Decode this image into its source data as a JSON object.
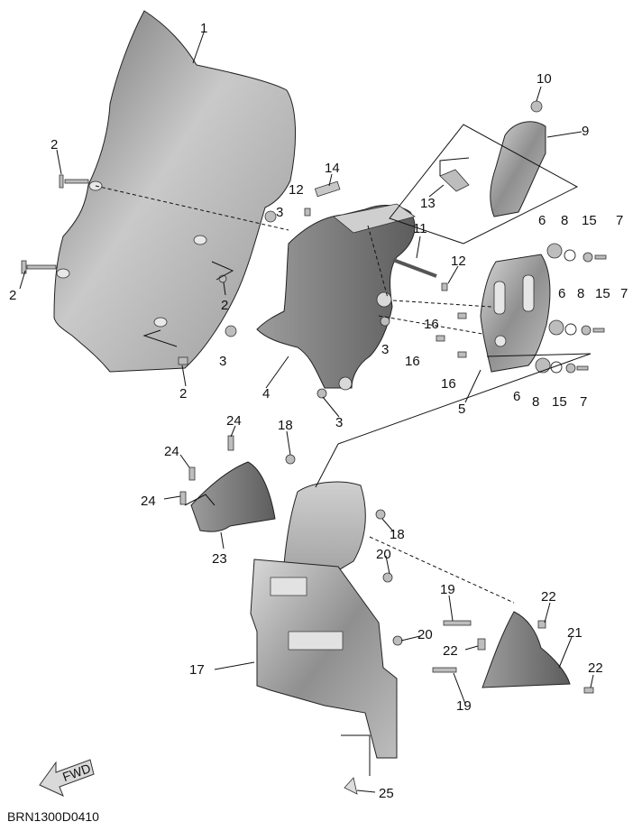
{
  "diagram_code": "BRN1300D0410",
  "fwd_label": "FWD",
  "callouts": [
    {
      "id": "c1",
      "text": "1"
    },
    {
      "id": "c2a",
      "text": "2"
    },
    {
      "id": "c2b",
      "text": "2"
    },
    {
      "id": "c2c",
      "text": "2"
    },
    {
      "id": "c2d",
      "text": "2"
    },
    {
      "id": "c3a",
      "text": "3"
    },
    {
      "id": "c3b",
      "text": "3"
    },
    {
      "id": "c3c",
      "text": "3"
    },
    {
      "id": "c3d",
      "text": "3"
    },
    {
      "id": "c4",
      "text": "4"
    },
    {
      "id": "c5",
      "text": "5"
    },
    {
      "id": "c6a",
      "text": "6"
    },
    {
      "id": "c6b",
      "text": "6"
    },
    {
      "id": "c6c",
      "text": "6"
    },
    {
      "id": "c7a",
      "text": "7"
    },
    {
      "id": "c7b",
      "text": "7"
    },
    {
      "id": "c7c",
      "text": "7"
    },
    {
      "id": "c8a",
      "text": "8"
    },
    {
      "id": "c8b",
      "text": "8"
    },
    {
      "id": "c8c",
      "text": "8"
    },
    {
      "id": "c9",
      "text": "9"
    },
    {
      "id": "c10",
      "text": "10"
    },
    {
      "id": "c11",
      "text": "11"
    },
    {
      "id": "c12a",
      "text": "12"
    },
    {
      "id": "c12b",
      "text": "12"
    },
    {
      "id": "c13",
      "text": "13"
    },
    {
      "id": "c14",
      "text": "14"
    },
    {
      "id": "c15a",
      "text": "15"
    },
    {
      "id": "c15b",
      "text": "15"
    },
    {
      "id": "c15c",
      "text": "15"
    },
    {
      "id": "c16a",
      "text": "16"
    },
    {
      "id": "c16b",
      "text": "16"
    },
    {
      "id": "c16c",
      "text": "16"
    },
    {
      "id": "c17",
      "text": "17"
    },
    {
      "id": "c18a",
      "text": "18"
    },
    {
      "id": "c18b",
      "text": "18"
    },
    {
      "id": "c19a",
      "text": "19"
    },
    {
      "id": "c19b",
      "text": "19"
    },
    {
      "id": "c20a",
      "text": "20"
    },
    {
      "id": "c20b",
      "text": "20"
    },
    {
      "id": "c21",
      "text": "21"
    },
    {
      "id": "c22a",
      "text": "22"
    },
    {
      "id": "c22b",
      "text": "22"
    },
    {
      "id": "c22c",
      "text": "22"
    },
    {
      "id": "c23",
      "text": "23"
    },
    {
      "id": "c24a",
      "text": "24"
    },
    {
      "id": "c24b",
      "text": "24"
    },
    {
      "id": "c24c",
      "text": "24"
    },
    {
      "id": "c25",
      "text": "25"
    }
  ]
}
